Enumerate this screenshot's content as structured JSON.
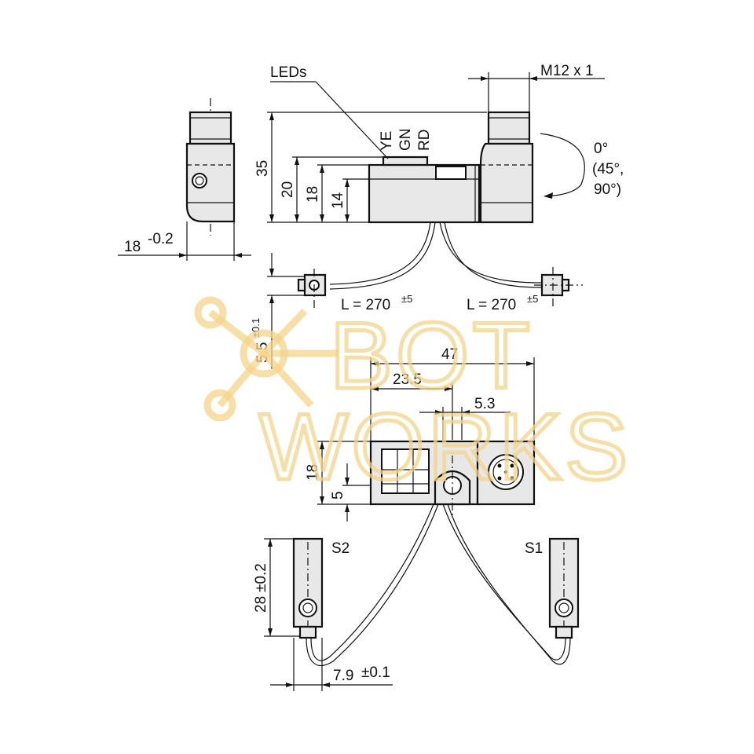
{
  "labels": {
    "leds": "LEDs",
    "ye": "YE",
    "gn": "GN",
    "rd": "RD",
    "thread": "M12 x 1",
    "rot_0": "0°",
    "rot_45": "(45°,",
    "rot_90": "90°)",
    "s1": "S1",
    "s2": "S2"
  },
  "dims": {
    "h35": "35",
    "h20": "20",
    "h18": "18",
    "h14": "14",
    "w18_tol": "18",
    "w18_tol_sup": "-0.2",
    "cable_l1": "L = 270",
    "cable_l1_sup": "±5",
    "cable_l2": "L = 270",
    "cable_l2_sup": "±5",
    "w55": "5.5",
    "w55_sup": "±0.1",
    "w47": "47",
    "w235": "23.5",
    "w53": "5.3",
    "h18b": "18",
    "h5": "5",
    "h28": "28",
    "h28_sup": "±0.2",
    "w79": "7.9",
    "w79_sup": "±0.1"
  },
  "watermark": {
    "line1": "BOT",
    "line2": "WORKS"
  }
}
